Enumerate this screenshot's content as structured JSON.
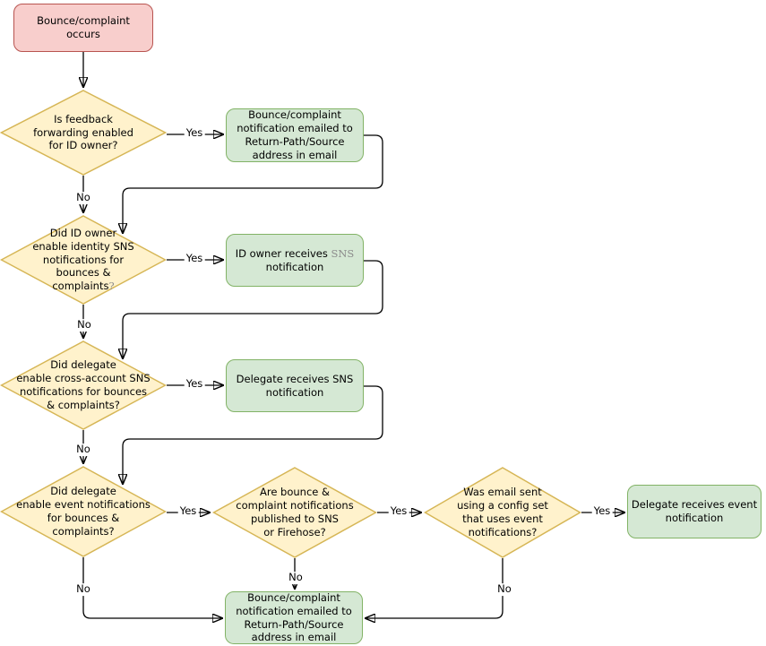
{
  "colors": {
    "start_fill": "#F8CECC",
    "start_stroke": "#B85450",
    "decision_fill": "#FFF2CC",
    "decision_stroke": "#D6B656",
    "result_fill": "#D5E8D4",
    "result_stroke": "#82B366",
    "line": "#000000",
    "muted_text": "#8C8C8C"
  },
  "nodes": {
    "start": {
      "label": "Bounce/complaint occurs"
    },
    "d_feedback": {
      "label": "Is feedback\nforwarding enabled\nfor ID owner?"
    },
    "r_email_top": {
      "label": "Bounce/complaint\nnotification emailed to\nReturn-Path/Source\naddress in email"
    },
    "d_identity_sns": {
      "label": "Did ID owner\nenable identity SNS\nnotifications for\nbounces &\ncomplaints",
      "suffix": "?"
    },
    "r_id_owner_sns": {
      "pre": "ID owner receives ",
      "sns": "SNS",
      "post": "\nnotification"
    },
    "d_cross_account": {
      "label": "Did delegate\nenable cross-account SNS\nnotifications for bounces\n& complaints?"
    },
    "r_delegate_sns": {
      "label": "Delegate receives SNS\nnotification"
    },
    "d_event_notif": {
      "label": "Did delegate\nenable event notifications\nfor bounces &\ncomplaints?"
    },
    "d_published": {
      "label": "Are bounce &\ncomplaint notifications\npublished to SNS\nor Firehose?"
    },
    "d_config_set": {
      "label": "Was email sent\nusing a config set\nthat uses event\nnotifications?"
    },
    "r_delegate_event": {
      "label": "Delegate receives event\nnotification"
    },
    "r_email_bottom": {
      "label": "Bounce/complaint\nnotification emailed to\nReturn-Path/Source\naddress in email"
    }
  },
  "edge_labels": {
    "feedback_yes": "Yes",
    "feedback_no": "No",
    "identity_yes": "Yes",
    "identity_no": "No",
    "cross_yes": "Yes",
    "cross_no": "No",
    "event_yes": "Yes",
    "event_no": "No",
    "published_yes": "Yes",
    "published_no": "No",
    "config_yes": "Yes",
    "config_no": "No"
  }
}
